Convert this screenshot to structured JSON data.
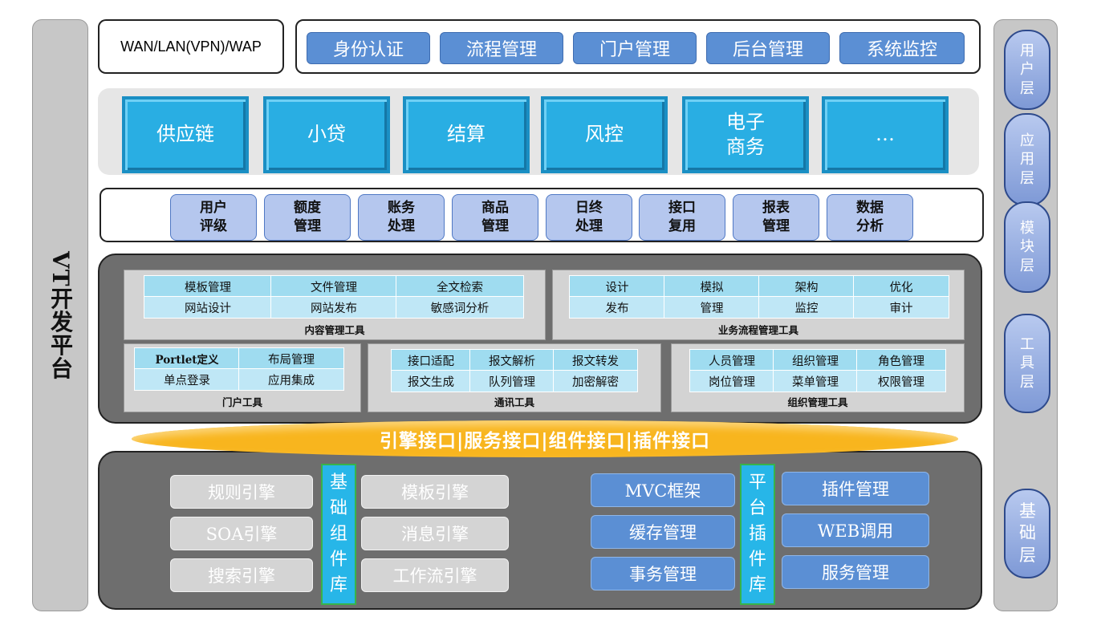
{
  "platform_label": "VT开发平台",
  "layers": [
    "用户层",
    "应用层",
    "模块层",
    "工具层",
    "基础层"
  ],
  "user_layer": {
    "network": "WAN/LAN(VPN)/WAP",
    "items": [
      "身份认证",
      "流程管理",
      "门户管理",
      "后台管理",
      "系统监控"
    ]
  },
  "app_layer": {
    "tiles": [
      "供应链",
      "小贷",
      "结算",
      "风控",
      "电子商务",
      "…"
    ]
  },
  "module_layer": {
    "items": [
      "用户评级",
      "额度管理",
      "账务处理",
      "商品管理",
      "日终处理",
      "接口复用",
      "报表管理",
      "数据分析"
    ]
  },
  "tools_layer": {
    "content_tools": {
      "title": "内容管理工具",
      "cells": [
        "模板管理",
        "文件管理",
        "全文检索",
        "网站设计",
        "网站发布",
        "敏感词分析"
      ]
    },
    "workflow_tools": {
      "title": "业务流程管理工具",
      "cells": [
        "设计",
        "模拟",
        "架构",
        "优化",
        "发布",
        "管理",
        "监控",
        "审计"
      ]
    },
    "portal_tools": {
      "title": "门户工具",
      "cells": [
        "Portlet定义",
        "布局管理",
        "单点登录",
        "应用集成"
      ]
    },
    "comm_tools": {
      "title": "通讯工具",
      "cells": [
        "接口适配",
        "报文解析",
        "报文转发",
        "报文生成",
        "队列管理",
        "加密解密"
      ]
    },
    "org_tools": {
      "title": "组织管理工具",
      "cells": [
        "人员管理",
        "组织管理",
        "角色管理",
        "岗位管理",
        "菜单管理",
        "权限管理"
      ]
    }
  },
  "interface_bar": "引擎接口|服务接口|组件接口|插件接口",
  "base_layer": {
    "component_lib_label": "基础组件库",
    "plugin_lib_label": "平台插件库",
    "engines_left": [
      "规则引擎",
      "SOA引擎",
      "搜索引擎"
    ],
    "engines_right": [
      "模板引擎",
      "消息引擎",
      "工作流引擎"
    ],
    "plugins_left": [
      "MVC框架",
      "缓存管理",
      "事务管理"
    ],
    "plugins_right": [
      "插件管理",
      "WEB调用",
      "服务管理"
    ]
  }
}
